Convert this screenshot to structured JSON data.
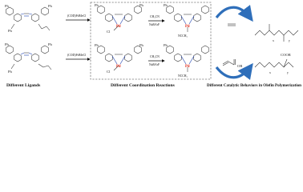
{
  "reagents": {
    "a1": "(COD)PdMeCl",
    "a2": "(COD)PdMeCl",
    "b1_top": "CH₃CN",
    "b1_bot": "NaBArF",
    "b2_top": "CH₃CN",
    "b2_bot": "NaBArF"
  },
  "atoms": {
    "pd": "Pd",
    "cl": "Cl",
    "ph": "Ph",
    "ncch3": "NCCH₃",
    "or": "OR",
    "cooor": "COOR",
    "x": "x",
    "y": "y"
  },
  "captions": {
    "ligands": "Different Ligands",
    "coordination": "Different Coordination Reactions",
    "behaviors": "Different Catalytic Behaviors in Olefin Polymerization"
  },
  "colors": {
    "palladium": "#d21f1f",
    "nitrogen": "#1a3fb0",
    "cycle_arrow": "#2f6fba",
    "box_border": "#7a7a7a"
  }
}
